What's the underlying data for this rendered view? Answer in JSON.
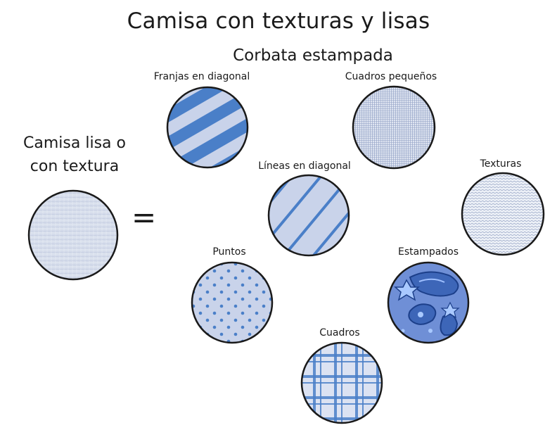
{
  "title": "Camisa con texturas y lisas",
  "subtitle": "Corbata estampada",
  "shirt": {
    "label_line1": "Camisa lisa o",
    "label_line2": "con textura"
  },
  "equals_sign": "=",
  "patterns": {
    "franjas": "Franjas en diagonal",
    "cuadros_pequenos": "Cuadros pequeños",
    "lineas": "Líneas en diagonal",
    "texturas": "Texturas",
    "puntos": "Puntos",
    "estampados": "Estampados",
    "cuadros": "Cuadros"
  },
  "colors": {
    "light_blue": "#c9d3ea",
    "medium_blue": "#4a7fc8",
    "outline": "#1a1a1a",
    "paisley_bg": "#6f8fd6"
  }
}
